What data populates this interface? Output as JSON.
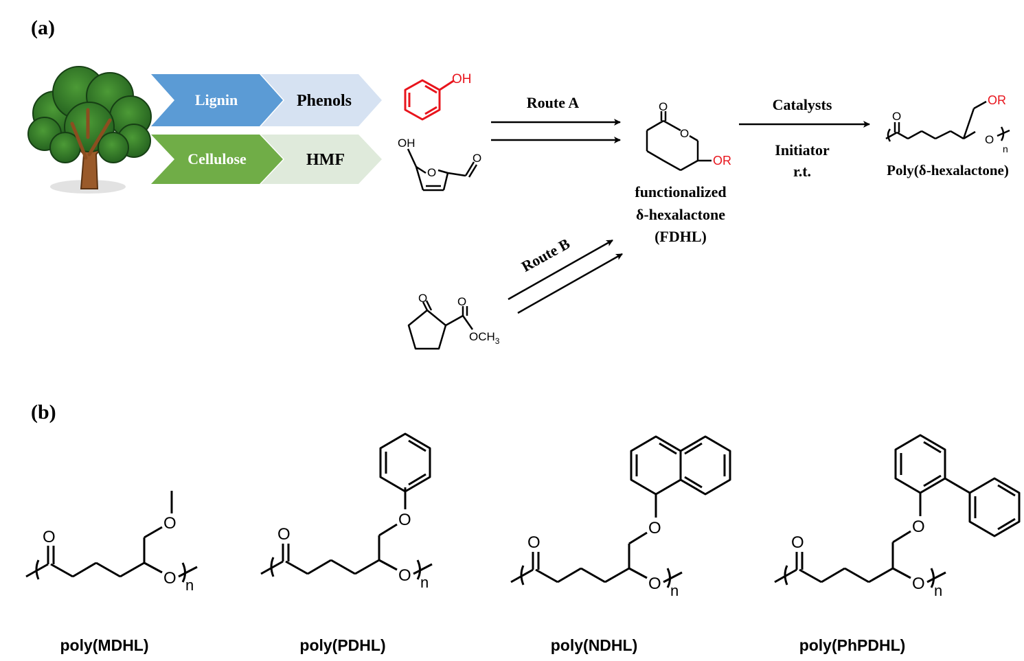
{
  "panel_a": {
    "label": "(a)",
    "feedstocks": {
      "lignin": "Lignin",
      "phenols": "Phenols",
      "cellulose": "Cellulose",
      "hmf": "HMF"
    },
    "route_a": "Route A",
    "route_b": "Route B",
    "conditions": {
      "catalysts": "Catalysts",
      "initiator": "Initiator",
      "temperature": "r.t."
    },
    "monomer": {
      "line1": "functionalized",
      "line2": "δ-hexalactone",
      "line3": "(FDHL)"
    },
    "polymer": "Poly(δ-hexalactone)",
    "atoms": {
      "oh": "OH",
      "o": "O",
      "or": "OR",
      "och3_main": "OCH",
      "och3_sub": "3",
      "n": "n"
    },
    "colors": {
      "lignin": "#5b9bd5",
      "phenols": "#d6e2f2",
      "cellulose": "#70ad47",
      "hmf": "#dfeadb",
      "highlight": "#e8141c"
    }
  },
  "panel_b": {
    "label": "(b)",
    "polymers": [
      "poly(MDHL)",
      "poly(PDHL)",
      "poly(NDHL)",
      "poly(PhPDHL)"
    ],
    "atoms": {
      "o": "O",
      "n": "n"
    }
  }
}
